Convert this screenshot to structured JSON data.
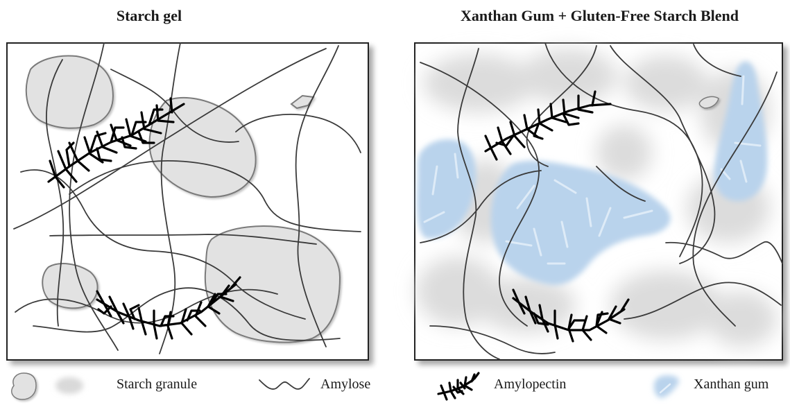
{
  "panels": {
    "left": {
      "title": "Starch gel"
    },
    "right": {
      "title": "Xanthan Gum + Gluten-Free Starch Blend"
    }
  },
  "legend": {
    "items": [
      {
        "label": "Starch granule",
        "icon": "starch-granule-icon"
      },
      {
        "label": "Amylose",
        "icon": "amylose-icon"
      },
      {
        "label": "Amylopectin",
        "icon": "amylopectin-icon"
      },
      {
        "label": "Xanthan gum",
        "icon": "xanthan-gum-icon"
      }
    ]
  },
  "colors": {
    "granule_fill": "#e2e2e2",
    "granule_stroke": "#7a7a7a",
    "xanthan_fill": "#b9d3ec",
    "strand": "#3a3a3a",
    "amylopectin": "#000000",
    "frame": "#222222"
  }
}
